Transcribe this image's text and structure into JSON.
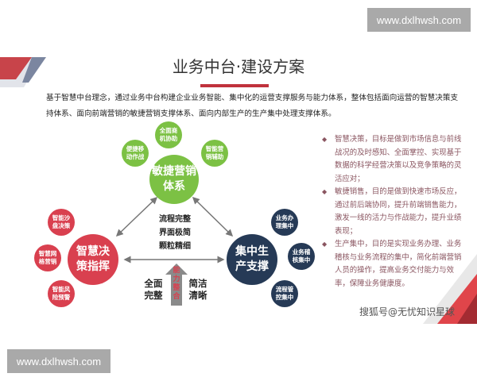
{
  "watermarks": {
    "top": "www.dxlhwsh.com",
    "bottom": "www.dxlhwsh.com"
  },
  "title": "业务中台·建设方案",
  "intro": "基于智慧中台理念，通过业务中台构建企业业务智能、集中化的运营支撑服务与能力体系，整体包括面向运营的智慧决策支持体系、面向前端营销的敏捷营销支撑体系、面向内部生产的生产集中处理支撑体系。",
  "diagram": {
    "green": {
      "main": "敏捷营销体系",
      "subs": [
        "全面商机协助",
        "便捷移动作战",
        "智能营销辅助"
      ]
    },
    "red": {
      "main": "智慧决策指挥",
      "subs": [
        "智能沙盘决策",
        "智慧网格营销",
        "智能风险预警"
      ]
    },
    "navy": {
      "main": "集中生产支撑",
      "subs": [
        "业务办理集中",
        "业务稽核集中",
        "流程管控集中"
      ]
    },
    "center": [
      "流程完整",
      "界面极简",
      "颗粒精细"
    ],
    "arrow_label": "能力整合",
    "left_label": "全面完整",
    "right_label": "简洁清晰",
    "colors": {
      "green": "#7cc144",
      "red": "#d9404f",
      "navy": "#263a56"
    }
  },
  "bullets": [
    "智慧决策，目标是做到市场信息与前线战况的及时感知、全面掌控、实现基于数据的科学经营决策以及竞争策略的灵活应对；",
    "敏捷销售，目的是做到快速市场反应，通过前后端协同，提升前端销售能力，激发一线的活力与作战能力，提升业绩表现；",
    "生产集中，目的是实现业务办理、业务稽核与业务流程的集中，简化前端营销人员的操作，提高业务交付能力与效率，保障业务健康度。"
  ],
  "source": "搜狐号@无忧知识星球"
}
